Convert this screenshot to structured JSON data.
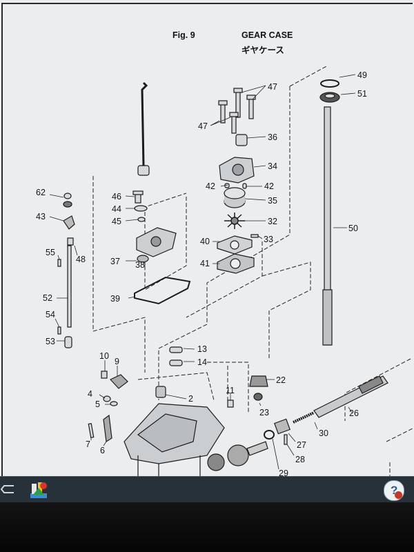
{
  "header": {
    "figure": "Fig. 9",
    "title_en": "GEAR CASE",
    "title_jp": "ギヤケース"
  },
  "callouts": [
    "49",
    "51",
    "47",
    "47",
    "36",
    "34",
    "42",
    "42",
    "35",
    "32",
    "33",
    "40",
    "41",
    "46",
    "44",
    "45",
    "37",
    "38",
    "39",
    "62",
    "43",
    "48",
    "55",
    "52",
    "54",
    "53",
    "50",
    "10",
    "9",
    "4",
    "5",
    "7",
    "6",
    "2",
    "11",
    "13",
    "14",
    "22",
    "23",
    "26",
    "30",
    "27",
    "28",
    "29"
  ],
  "taskbar": {
    "help_label": "?"
  },
  "colors": {
    "paper": "#ecedef",
    "ink": "#151515",
    "taskbar": "#26313a",
    "help_red": "#c0392b"
  },
  "icons": [
    "back-arrow-icon",
    "app-icon",
    "help-icon"
  ]
}
